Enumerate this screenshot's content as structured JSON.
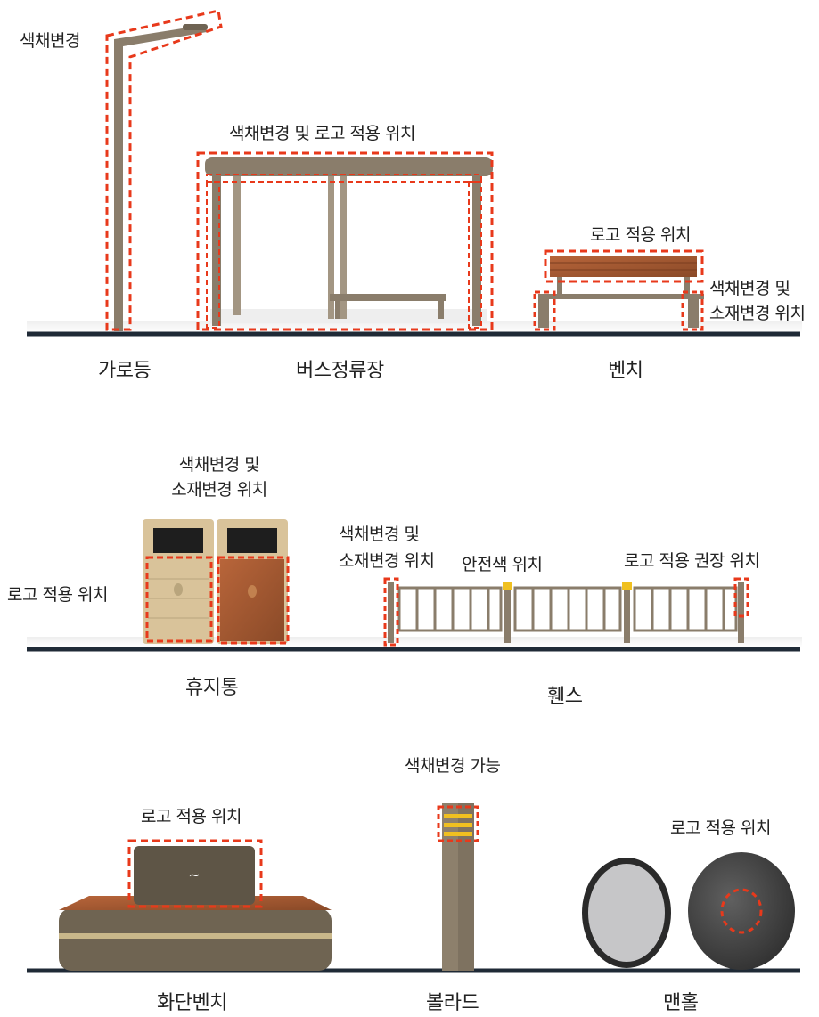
{
  "row1": {
    "streetlight": {
      "name": "가로등",
      "callout": "색채변경"
    },
    "bus_stop": {
      "name": "버스정류장",
      "callout": "색채변경 및 로고 적용 위치"
    },
    "bench": {
      "name": "벤치",
      "callout_logo": "로고 적용 위치",
      "callout_color_line1": "색채변경 및",
      "callout_color_line2": "소재변경 위치"
    }
  },
  "row2": {
    "trash_bin": {
      "name": "휴지통",
      "callout_color_line1": "색채변경 및",
      "callout_color_line2": "소재변경 위치",
      "callout_logo": "로고 적용 위치"
    },
    "fence": {
      "name": "휀스",
      "callout_color_line1": "색채변경 및",
      "callout_color_line2": "소재변경 위치",
      "callout_safety": "안전색 위치",
      "callout_logo": "로고 적용 권장 위치"
    }
  },
  "row3": {
    "planter_bench": {
      "name": "화단벤치",
      "callout": "로고 적용 위치"
    },
    "bollard": {
      "name": "볼라드",
      "callout": "색채변경 가능"
    },
    "manhole": {
      "name": "맨홀",
      "callout": "로고 적용 위치"
    }
  },
  "colors": {
    "highlight": "#e8391b",
    "frame": "#8a7d6b",
    "ground": "#1f2a36",
    "wood": "#a0522d",
    "bollard_band": "#f0c020"
  }
}
